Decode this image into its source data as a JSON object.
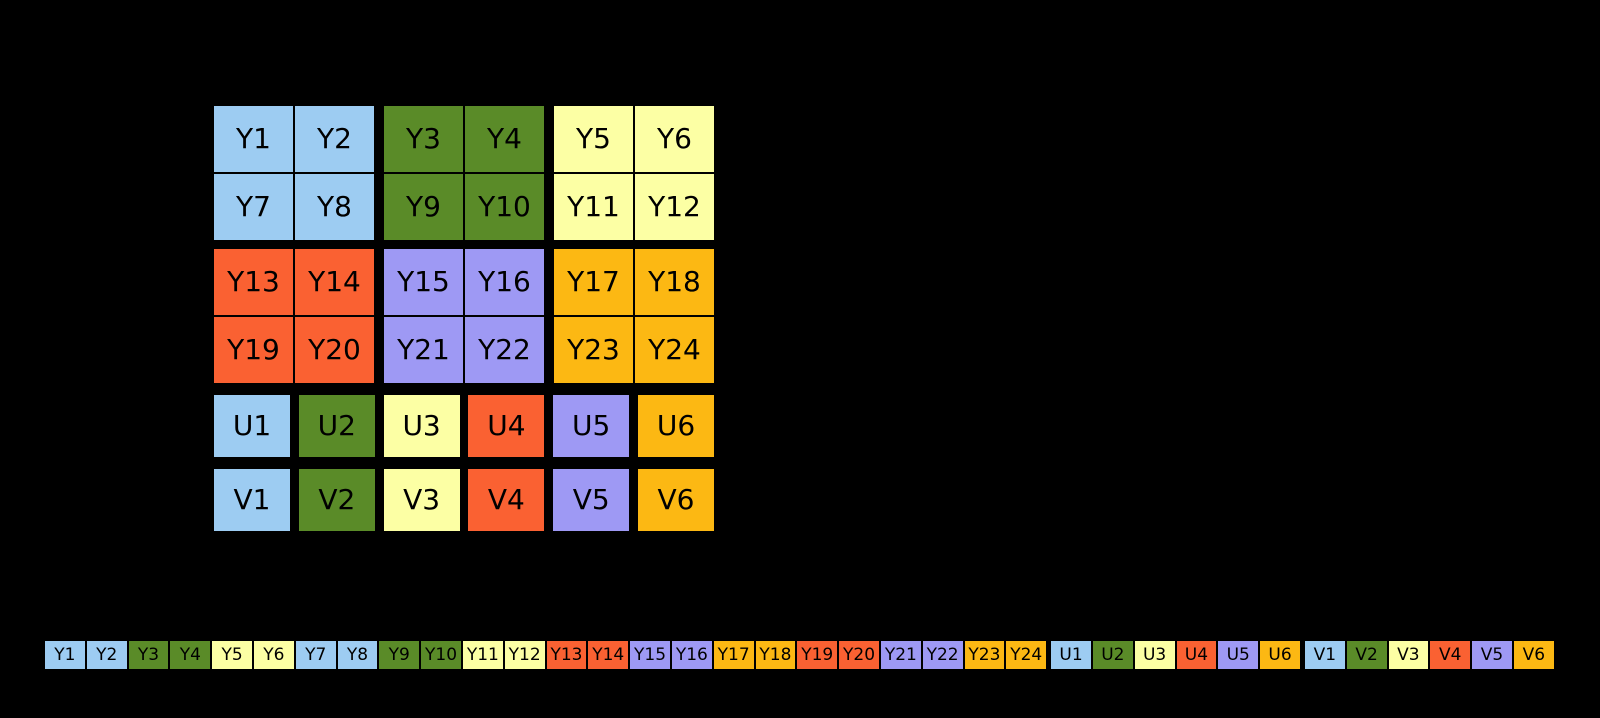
{
  "colors": {
    "background": "#000000",
    "cell_border": "#000000",
    "cell_text": "#000000",
    "blue": "#9DCCF2",
    "green": "#5A8B28",
    "yellow": "#FCFFA4",
    "red": "#FA6132",
    "purple": "#9E99F4",
    "amber": "#FCB813"
  },
  "pixel_grid": {
    "y_plane_block_rows": [
      [
        {
          "color": "blue",
          "rows": [
            [
              "Y1",
              "Y2"
            ],
            [
              "Y7",
              "Y8"
            ]
          ]
        },
        {
          "color": "green",
          "rows": [
            [
              "Y3",
              "Y4"
            ],
            [
              "Y9",
              "Y10"
            ]
          ]
        },
        {
          "color": "yellow",
          "rows": [
            [
              "Y5",
              "Y6"
            ],
            [
              "Y11",
              "Y12"
            ]
          ]
        }
      ],
      [
        {
          "color": "red",
          "rows": [
            [
              "Y13",
              "Y14"
            ],
            [
              "Y19",
              "Y20"
            ]
          ]
        },
        {
          "color": "purple",
          "rows": [
            [
              "Y15",
              "Y16"
            ],
            [
              "Y21",
              "Y22"
            ]
          ]
        },
        {
          "color": "amber",
          "rows": [
            [
              "Y17",
              "Y18"
            ],
            [
              "Y23",
              "Y24"
            ]
          ]
        }
      ]
    ],
    "u_row": [
      {
        "label": "U1",
        "color": "blue"
      },
      {
        "label": "U2",
        "color": "green"
      },
      {
        "label": "U3",
        "color": "yellow"
      },
      {
        "label": "U4",
        "color": "red"
      },
      {
        "label": "U5",
        "color": "purple"
      },
      {
        "label": "U6",
        "color": "amber"
      }
    ],
    "v_row": [
      {
        "label": "V1",
        "color": "blue"
      },
      {
        "label": "V2",
        "color": "green"
      },
      {
        "label": "V3",
        "color": "yellow"
      },
      {
        "label": "V4",
        "color": "red"
      },
      {
        "label": "V5",
        "color": "purple"
      },
      {
        "label": "V6",
        "color": "amber"
      }
    ]
  },
  "memory_strip": {
    "cells": [
      {
        "label": "Y1",
        "color": "blue",
        "plane": "y"
      },
      {
        "label": "Y2",
        "color": "blue",
        "plane": "y"
      },
      {
        "label": "Y3",
        "color": "green",
        "plane": "y"
      },
      {
        "label": "Y4",
        "color": "green",
        "plane": "y"
      },
      {
        "label": "Y5",
        "color": "yellow",
        "plane": "y"
      },
      {
        "label": "Y6",
        "color": "yellow",
        "plane": "y"
      },
      {
        "label": "Y7",
        "color": "blue",
        "plane": "y"
      },
      {
        "label": "Y8",
        "color": "blue",
        "plane": "y"
      },
      {
        "label": "Y9",
        "color": "green",
        "plane": "y"
      },
      {
        "label": "Y10",
        "color": "green",
        "plane": "y"
      },
      {
        "label": "Y11",
        "color": "yellow",
        "plane": "y"
      },
      {
        "label": "Y12",
        "color": "yellow",
        "plane": "y"
      },
      {
        "label": "Y13",
        "color": "red",
        "plane": "y"
      },
      {
        "label": "Y14",
        "color": "red",
        "plane": "y"
      },
      {
        "label": "Y15",
        "color": "purple",
        "plane": "y"
      },
      {
        "label": "Y16",
        "color": "purple",
        "plane": "y"
      },
      {
        "label": "Y17",
        "color": "amber",
        "plane": "y"
      },
      {
        "label": "Y18",
        "color": "amber",
        "plane": "y"
      },
      {
        "label": "Y19",
        "color": "red",
        "plane": "y"
      },
      {
        "label": "Y20",
        "color": "red",
        "plane": "y"
      },
      {
        "label": "Y21",
        "color": "purple",
        "plane": "y"
      },
      {
        "label": "Y22",
        "color": "purple",
        "plane": "y"
      },
      {
        "label": "Y23",
        "color": "amber",
        "plane": "y"
      },
      {
        "label": "Y24",
        "color": "amber",
        "plane": "y"
      },
      {
        "label": "U1",
        "color": "blue",
        "plane": "u"
      },
      {
        "label": "U2",
        "color": "green",
        "plane": "u"
      },
      {
        "label": "U3",
        "color": "yellow",
        "plane": "u"
      },
      {
        "label": "U4",
        "color": "red",
        "plane": "u"
      },
      {
        "label": "U5",
        "color": "purple",
        "plane": "u"
      },
      {
        "label": "U6",
        "color": "amber",
        "plane": "u"
      },
      {
        "label": "V1",
        "color": "blue",
        "plane": "v"
      },
      {
        "label": "V2",
        "color": "green",
        "plane": "v"
      },
      {
        "label": "V3",
        "color": "yellow",
        "plane": "v"
      },
      {
        "label": "V4",
        "color": "red",
        "plane": "v"
      },
      {
        "label": "V5",
        "color": "purple",
        "plane": "v"
      },
      {
        "label": "V6",
        "color": "amber",
        "plane": "v"
      }
    ]
  }
}
